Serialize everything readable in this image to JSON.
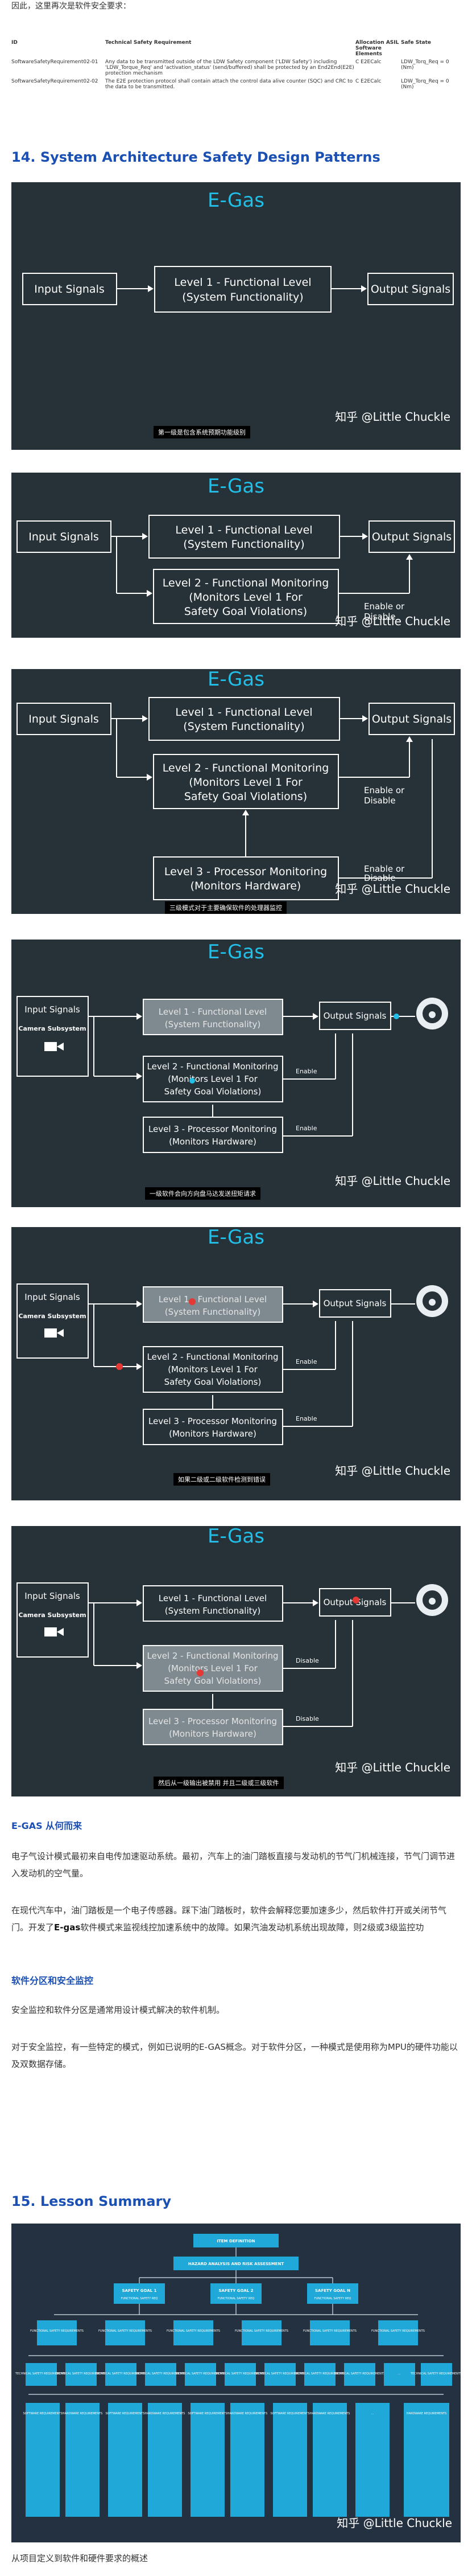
{
  "intro": "因此，这里再次是软件安全要求：",
  "req_table": {
    "headers": [
      "ID",
      "Technical Safety Requirement",
      "Allocation ASIL Software Elements",
      "Safe State"
    ],
    "rows": [
      [
        "SoftwareSafetyRequirement02-01",
        "Any data to be transmitted outside of the LDW Safety component ('LDW Safety') including 'LDW_Torque_Req' and 'activation_status' (send/buffered) shall be protected by an End2End(E2E) protection mechanism",
        "C  E2ECalc",
        "LDW_Torq_Req = 0 (Nm)"
      ],
      [
        "SoftwareSafetyRequirement02-02",
        "The E2E protection protocol shall contain attach the control data alive counter (SQC) and CRC to the data to be transmitted.",
        "C  E2ECalc",
        "LDW_Torq_Req = 0 (Nm)"
      ]
    ]
  },
  "section14": "14. System Architecture Safety Design Patterns",
  "diagrams": {
    "title": "E-Gas",
    "watermark": "知乎 @Little Chuckle",
    "input_signals": "Input Signals",
    "output_signals": "Output Signals",
    "camera_subsystem": "Camera Subsystem",
    "l1_a": "Level 1 - Functional Level",
    "l1_b": "(System Functionality)",
    "l2_a": "Level 2 - Functional Monitoring",
    "l2_b": "(Monitors Level 1 For",
    "l2_c": "Safety Goal Violations)",
    "l3_a": "Level 3 - Processor Monitoring",
    "l3_b": "(Monitors Hardware)",
    "enable_or": "Enable or",
    "disable": "Disable",
    "enable": "Enable",
    "captions": [
      "第一级是包含系统预期功能级别",
      "",
      "三级模式对于主要确保软件的处理器监控",
      "一级软件会向方向盘马达发送扭矩请求",
      "如果二级或二级软件检测到错误",
      "然后从一级输出被禁用 并且二级或三级软件"
    ]
  },
  "egas_head": "E-GAS 从何而来",
  "p1": "电子气设计模式最初来自电传加速驱动系统。最初，汽车上的油门踏板直接与发动机的节气门机械连接，节气门调节进入发动机的空气量。",
  "p2a": "在现代汽车中，油门踏板是一个电子传感器。踩下油门踏板时，软件会解释您要加速多少，然后软件打开或关闭节气门。开发了",
  "p2b": "E-gas",
  "p2c": "软件模式来监视线控加速系统中的故障。如果汽油发动机系统出现故障，则2级或3级监控功",
  "part_head": "软件分区和安全监控",
  "p3": "安全监控和软件分区是通常用设计模式解决的软件机制。",
  "p4": "对于安全监控，有一些特定的模式，例如已说明的E-GAS概念。对于软件分区，一种模式是使用称为MPU的硬件功能以及双数据存储。",
  "section15": "15. Lesson Summary",
  "tree": {
    "root": "ITEM DEFINITION",
    "hara": "HAZARD ANALYSIS AND RISK ASSESSMENT",
    "goals": [
      "SAFETY GOAL 1",
      "SAFETY GOAL 2",
      "SAFETY GOAL N"
    ],
    "goal_sub": "FUNCTIONAL SAFETY REQ",
    "fsr": "FUNCTIONAL SAFETY REQUIREMENTS",
    "tsr": "TECHNICAL SAFETY REQUIREMENTS",
    "sw": "SOFTWARE REQUIREMENTS",
    "hw": "HARDWARE REQUIREMENTS",
    "dots": "..."
  },
  "bottom": "从项目定义到软件和硬件要求的概述"
}
